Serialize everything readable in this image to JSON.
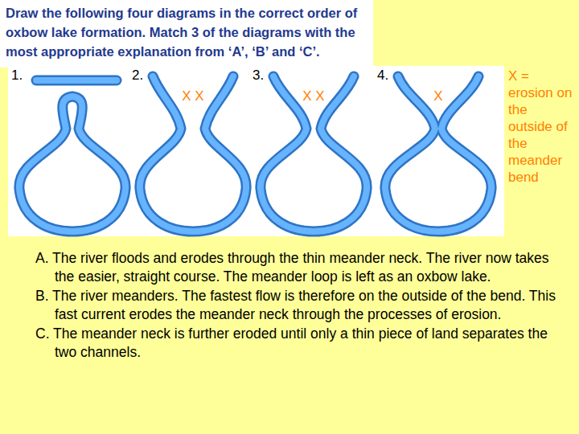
{
  "diagram": {
    "title": "Draw the following four diagrams in the correct order of oxbow lake formation. Match 3 of the diagrams with the most appropriate explanation from ‘A’, ‘B’ and ‘C’.",
    "labels": [
      "1.",
      "2.",
      "X X",
      "3.",
      "X X",
      "4.",
      "X",
      "X = erosion on the outside of the meander bend",
      "A. The river floods and erodes through the thin meander neck. The river now takes the easier, straight course. The meander loop is left as an oxbow lake.",
      "B. The river meanders. The fastest flow is therefore on the outside of the bend. This fast current erodes the meander neck through the processes of erosion.",
      "C. The meander neck is further eroded until only a thin piece of land separates the two channels."
    ]
  }
}
